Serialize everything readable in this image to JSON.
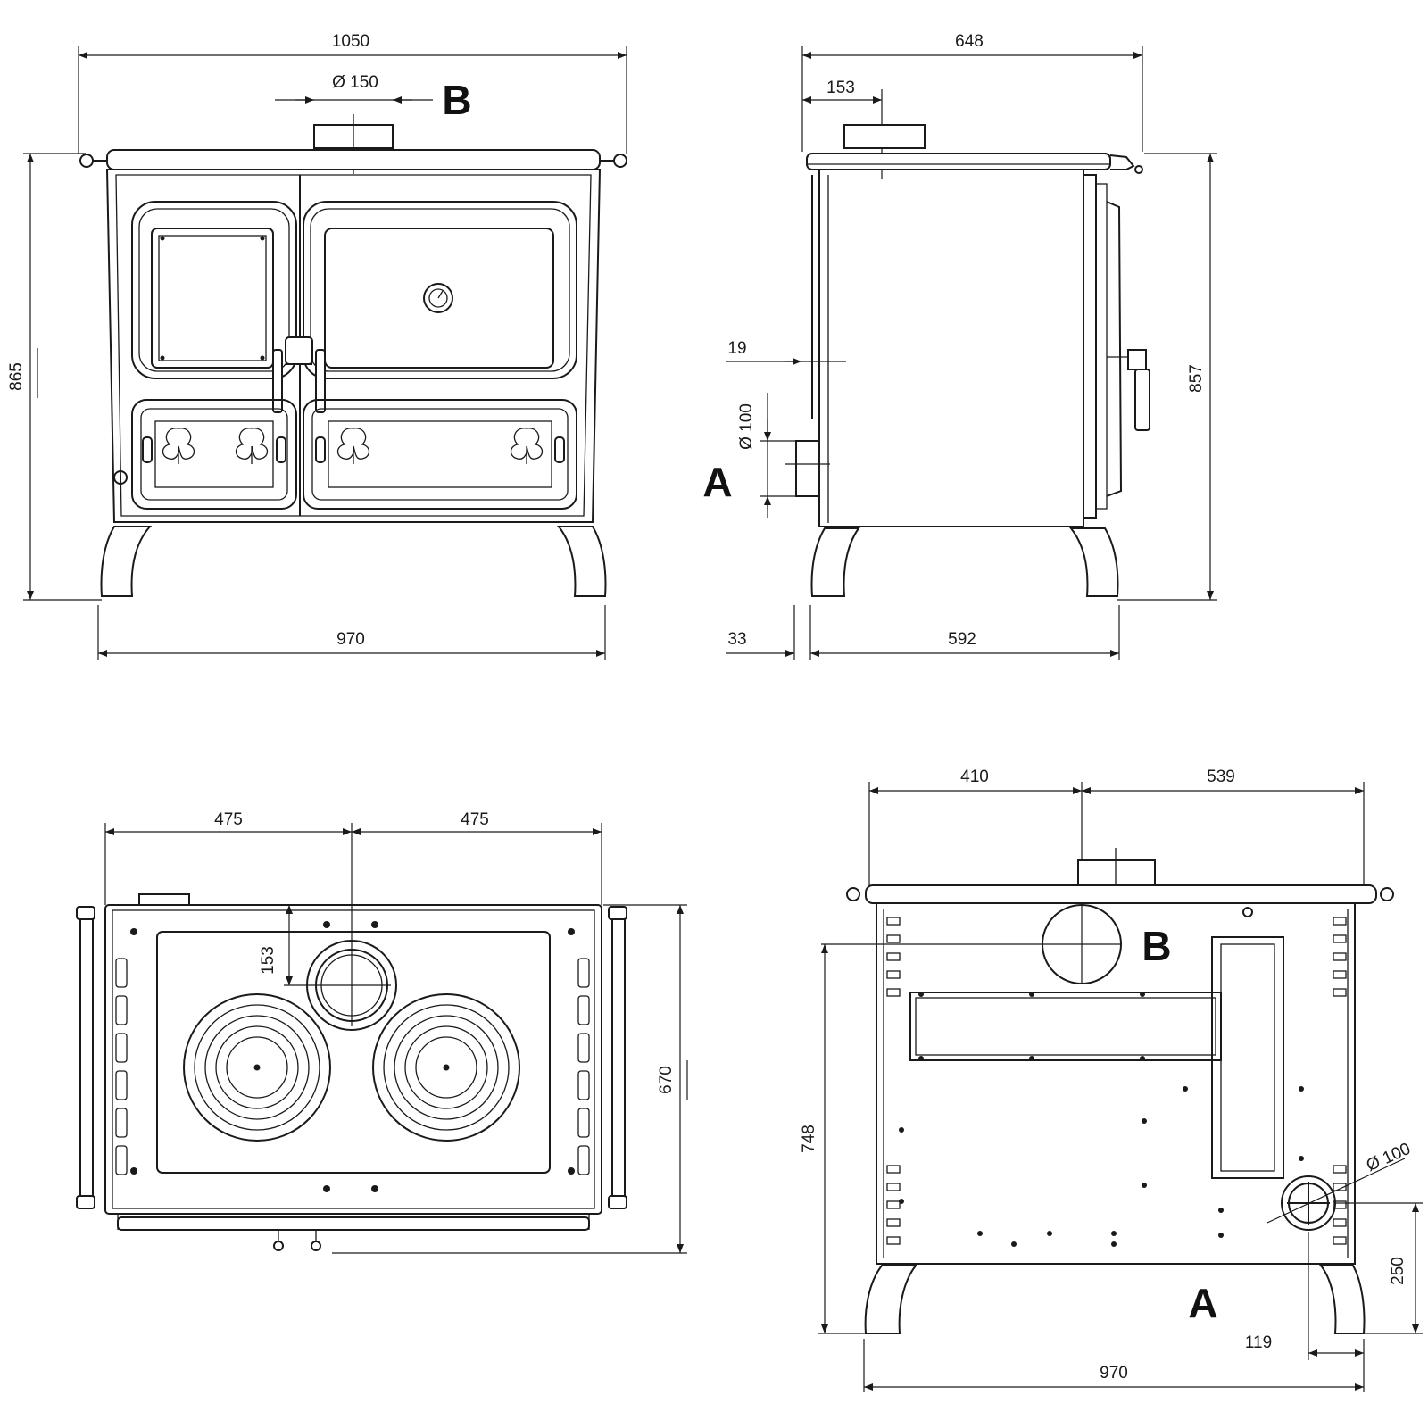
{
  "front_view": {
    "width_overall": "1050",
    "flue_diameter": "Ø 150",
    "flue_label": "B",
    "height_overall": "865",
    "width_base": "970"
  },
  "side_view": {
    "depth_overall": "648",
    "flue_offset": "153",
    "inlet_offset": "19",
    "inlet_diameter": "Ø 100",
    "inlet_label": "A",
    "height": "857",
    "foot_offset": "33",
    "depth_base": "592"
  },
  "top_view": {
    "half_left": "475",
    "half_right": "475",
    "flue_offset": "153",
    "depth": "670"
  },
  "rear_view": {
    "flue_left": "410",
    "flue_right": "539",
    "flue_label": "B",
    "flue_height": "748",
    "inlet_diameter": "Ø 100",
    "inlet_height": "250",
    "inlet_label": "A",
    "inlet_offset": "119",
    "width_base": "970"
  }
}
